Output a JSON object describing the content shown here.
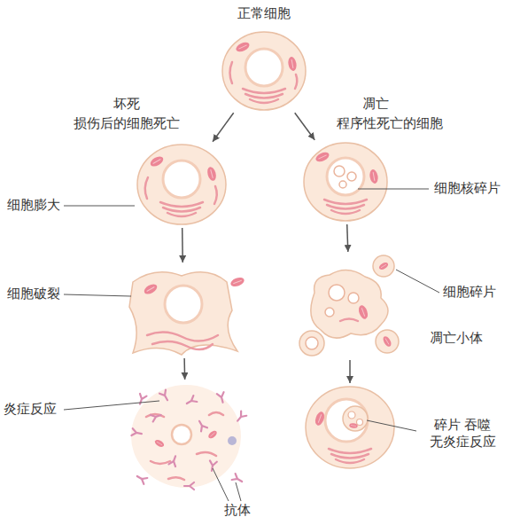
{
  "diagram": {
    "nodes": [
      {
        "text": [
          "正常细胞"
        ]
      },
      {
        "text": [
          "坏死",
          "损伤后的细胞死亡",
          "细胞膨大"
        ]
      },
      {
        "text": [
          "凋亡",
          "程序性死亡的细胞",
          "细胞核碎片"
        ]
      },
      {
        "text": [
          "细胞破裂"
        ]
      },
      {
        "text": [
          "炎症反应",
          "抗体"
        ]
      },
      {
        "text": [
          "细胞碎片",
          "凋亡小体"
        ]
      },
      {
        "text": [
          "碎片 吞噬 无炎症反应"
        ]
      }
    ],
    "edges": [
      {
        "from": 0,
        "to": 1,
        "arrow": "to"
      },
      {
        "from": 0,
        "to": 2,
        "arrow": "to"
      },
      {
        "from": 1,
        "to": 3,
        "arrow": "to"
      },
      {
        "from": 3,
        "to": 4,
        "arrow": "to"
      },
      {
        "from": 2,
        "to": 5,
        "arrow": "to"
      },
      {
        "from": 5,
        "to": 6,
        "arrow": "to"
      }
    ]
  }
}
